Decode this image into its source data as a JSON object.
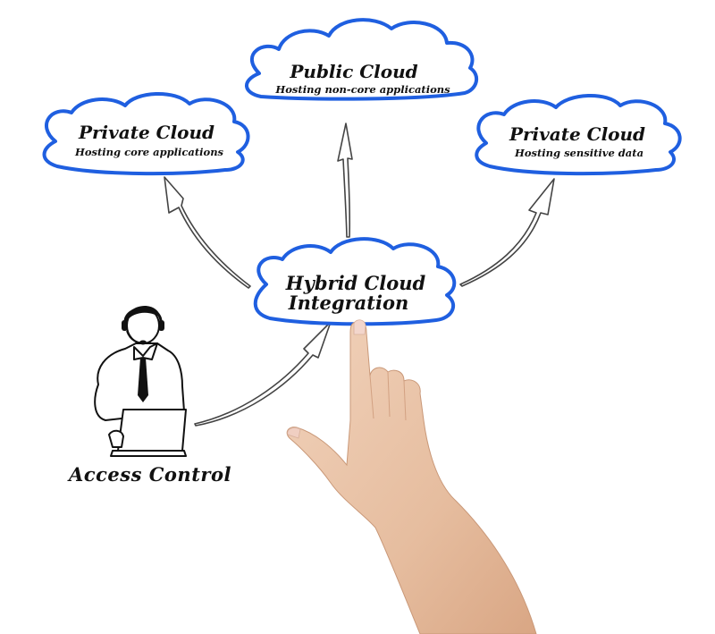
{
  "diagram": {
    "center_node": {
      "title_line1": "Hybrid Cloud",
      "title_line2": "Integration"
    },
    "nodes": [
      {
        "id": "private-cloud-left",
        "title": "Private Cloud",
        "subtitle": "Hosting core applications"
      },
      {
        "id": "public-cloud",
        "title": "Public Cloud",
        "subtitle": "Hosting non-core applications"
      },
      {
        "id": "private-cloud-right",
        "title": "Private Cloud",
        "subtitle": "Hosting sensitive data"
      }
    ],
    "access_node": {
      "label": "Access Control",
      "icon": "person-with-headset-laptop-icon"
    },
    "edges": [
      {
        "from": "access-control",
        "to": "hybrid-cloud-integration"
      },
      {
        "from": "hybrid-cloud-integration",
        "to": "private-cloud-left"
      },
      {
        "from": "hybrid-cloud-integration",
        "to": "public-cloud"
      },
      {
        "from": "hybrid-cloud-integration",
        "to": "private-cloud-right"
      }
    ],
    "decoration": {
      "hand": "pointing-hand-icon"
    },
    "colors": {
      "cloud_outline": "#1f5fe0",
      "text": "#111111",
      "arrow": "#444444",
      "skin": "#e9c3a8"
    }
  }
}
